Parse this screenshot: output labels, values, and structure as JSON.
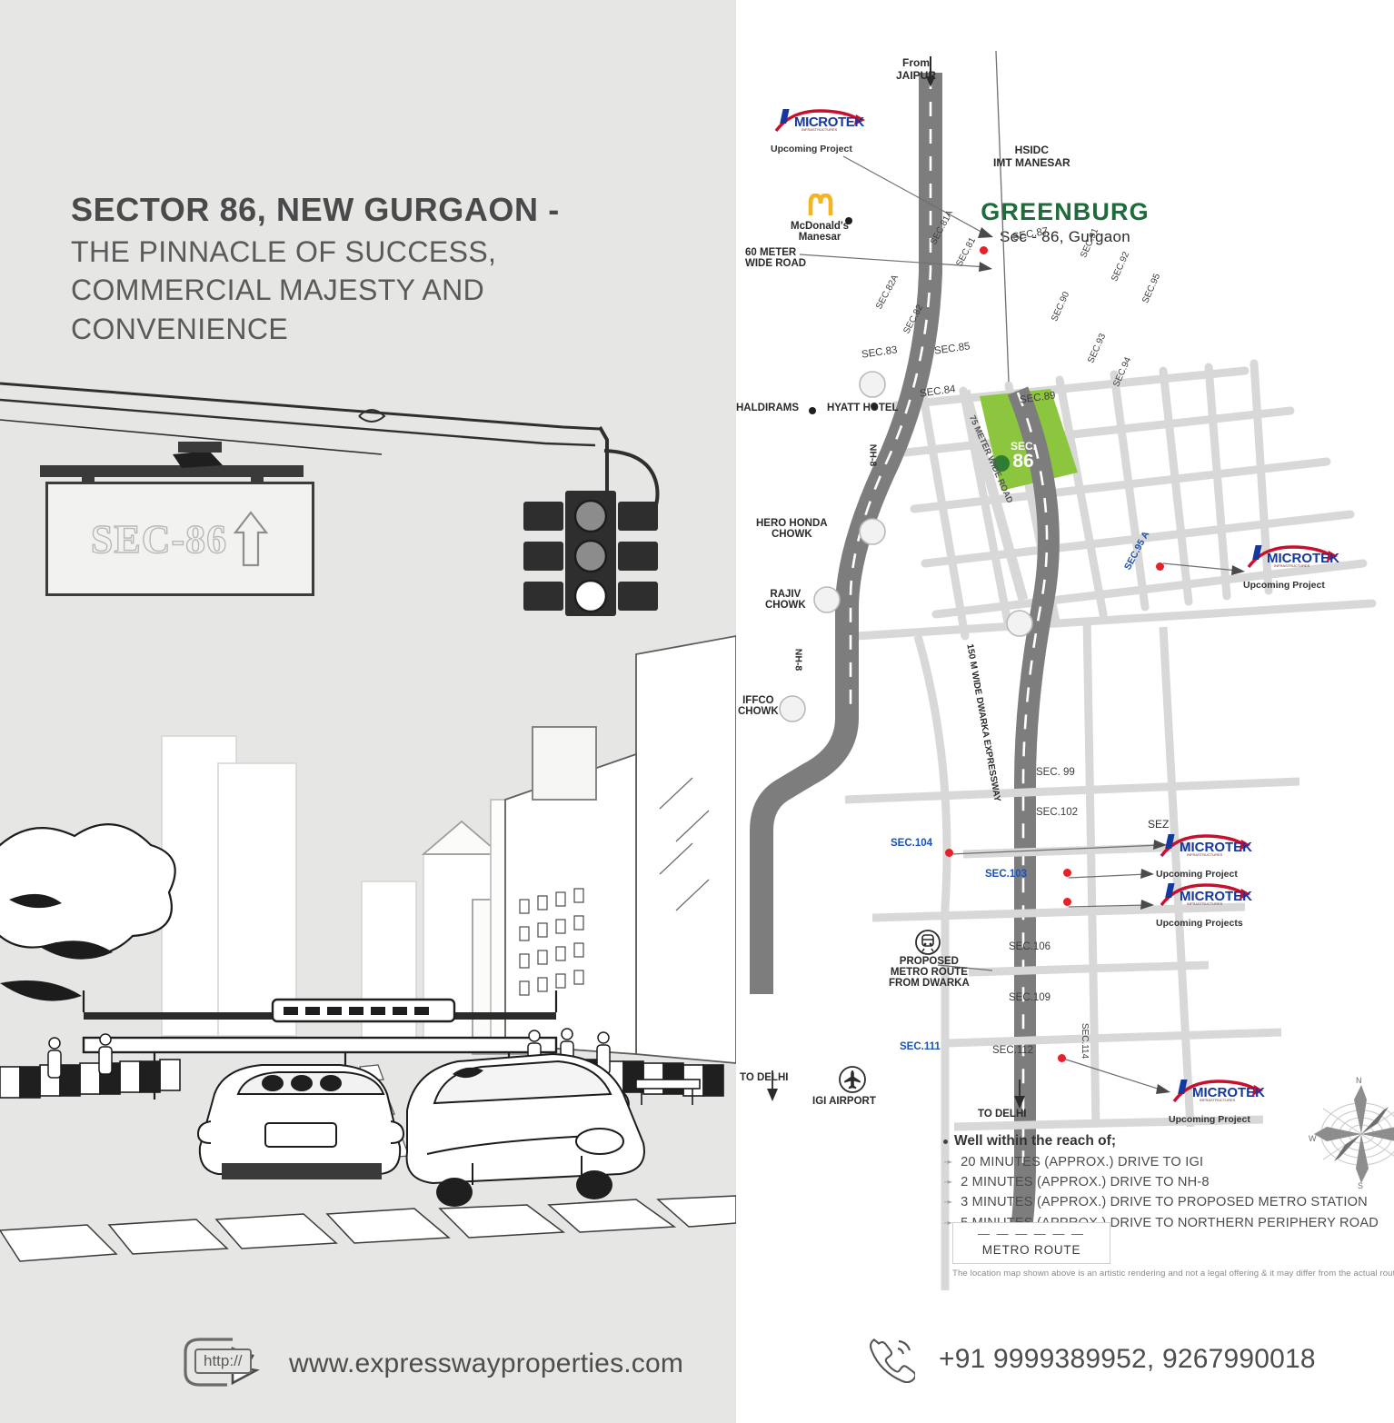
{
  "left": {
    "headline_line1": "SECTOR 86, NEW GURGAON -",
    "headline_line2a": "THE PINNACLE OF SUCCESS,",
    "headline_line2b": "COMMERCIAL MAJESTY AND",
    "headline_line2c": "CONVENIENCE",
    "signboard_text": "SEC-86",
    "signboard_icon": "up-arrow-icon",
    "traffic_light_icon": "traffic-light-icon",
    "footer": {
      "browser_icon_label": "http://",
      "cursor_icon": "mouse-cursor-icon",
      "website": "www.expresswayproperties.com"
    }
  },
  "map": {
    "project_name": "GREENBURG",
    "project_location": "Sec - 86, Gurgaon",
    "highlight_plot": {
      "line1": "SEC.",
      "line2": "86",
      "color": "#8CC63F"
    },
    "places": [
      {
        "name": "From",
        "name2": "JAIPUR"
      },
      {
        "name": "HSIDC",
        "name2": "IMT MANESAR"
      },
      {
        "name": "McDonald's",
        "name2": "Manesar"
      },
      {
        "name": "60 METER",
        "name2": "WIDE ROAD"
      },
      {
        "name": "HALDIRAMS"
      },
      {
        "name": "HYATT HOTEL"
      },
      {
        "name": "HERO HONDA",
        "name2": "CHOWK"
      },
      {
        "name": "RAJIV",
        "name2": "CHOWK"
      },
      {
        "name": "IFFCO",
        "name2": "CHOWK"
      },
      {
        "name": "SEZ"
      },
      {
        "name": "TO DELHI"
      },
      {
        "name": "IGI AIRPORT"
      }
    ],
    "roads": [
      {
        "label": "NH-8"
      },
      {
        "label": "75 METER WIDE ROAD"
      },
      {
        "label": "150 M WIDE DWARKA EXPRESSWAY"
      }
    ],
    "metro_note_l1": "PROPOSED",
    "metro_note_l2": "METRO ROUTE",
    "metro_note_l3": "FROM DWARKA",
    "metro_icon": "train-icon",
    "airport_icon": "airplane-icon",
    "compass_icon": "compass-rose-icon",
    "compass_marks": {
      "n": "N",
      "w": "W",
      "s": "S"
    },
    "sectors": [
      "SEC.81A",
      "SEC.81",
      "SEC.82A",
      "SEC.82",
      "SEC.83",
      "SEC.84",
      "SEC.85",
      "SEC.87",
      "SEC.89",
      "SEC.90",
      "SEC.91",
      "SEC.92",
      "SEC.93",
      "SEC.94",
      "SEC.95",
      "SEC.95 A",
      "SEC. 99",
      "SEC.102",
      "SEC.103",
      "SEC.104",
      "SEC.106",
      "SEC.109",
      "SEC.111",
      "SEC.112",
      "SEC.114"
    ],
    "microtek": {
      "brand": "MICROTEK",
      "tagline": "INFRASTRUCTURES",
      "upcoming_singular": "Upcoming Project",
      "upcoming_plural": "Upcoming Projects",
      "brand_color": "#14389e",
      "swoosh_color": "#c8102e"
    },
    "to_delhi_left": "TO DELHI",
    "to_delhi_right": "TO DELHI",
    "igi_airport": "IGI AIRPORT",
    "reach": {
      "heading": "Well within the reach of;",
      "items": [
        "20 MINUTES (APPROX.) DRIVE TO IGI",
        "2 MINUTES (APPROX.) DRIVE TO NH-8",
        "3 MINUTES (APPROX.) DRIVE TO PROPOSED METRO STATION",
        "5 MINUTES (APPROX.) DRIVE TO NORTHERN PERIPHERY ROAD"
      ]
    },
    "legend": {
      "dashes": "— — — — — —",
      "label": "METRO ROUTE"
    },
    "disclaimer": "The location map shown above is an artistic rendering and not a legal offering & it may differ from the actual route.",
    "footer": {
      "phone_icon": "phone-icon",
      "phone": "+91 9999389952, 9267990018"
    }
  }
}
